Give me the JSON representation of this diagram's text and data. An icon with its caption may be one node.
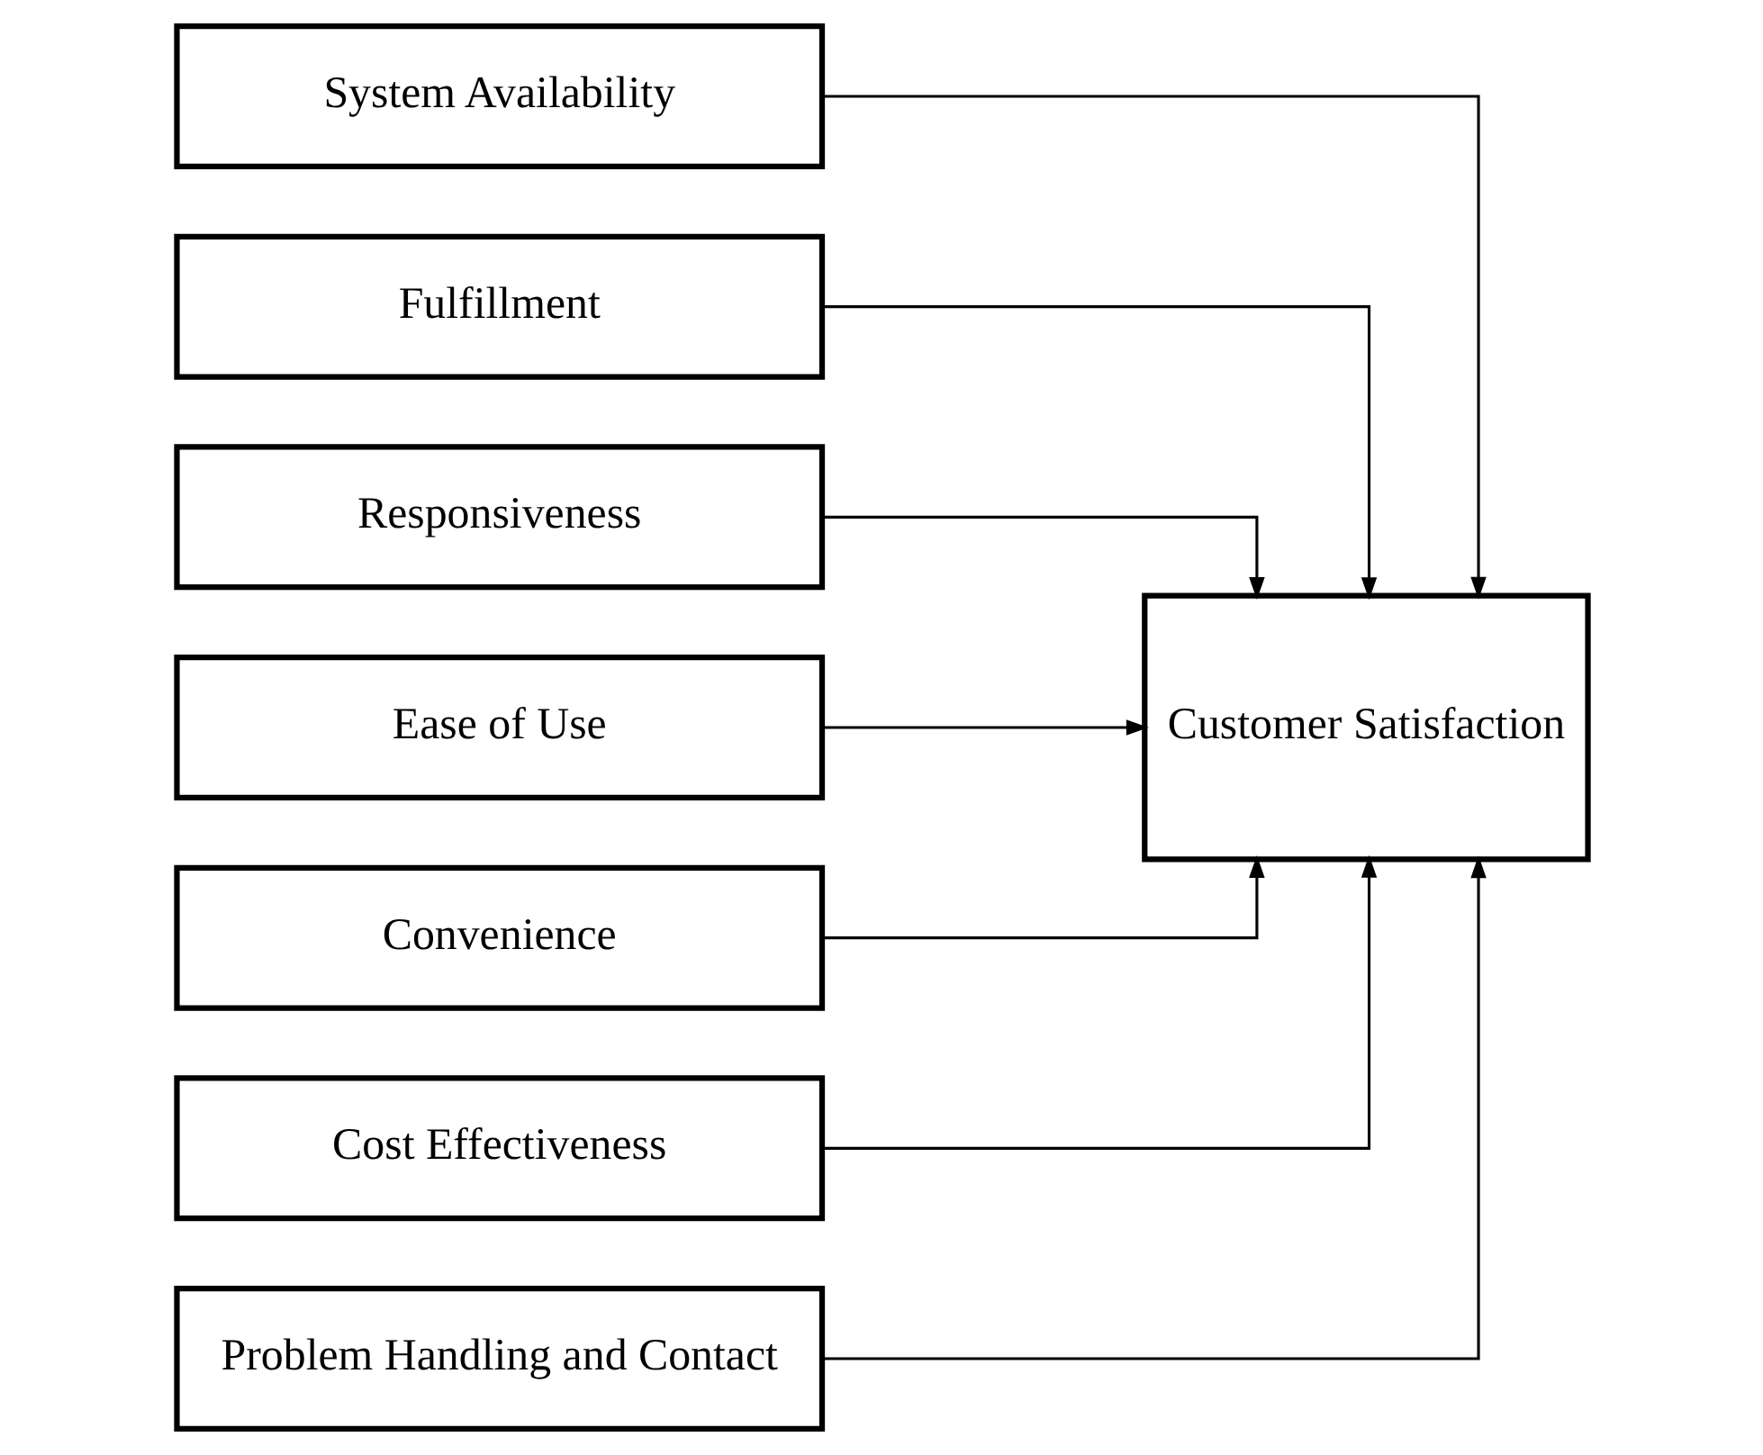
{
  "diagram": {
    "nodes": [
      {
        "text": [
          "System Availability"
        ]
      },
      {
        "text": [
          "Fulfillment"
        ]
      },
      {
        "text": [
          "Responsiveness"
        ]
      },
      {
        "text": [
          "Ease of Use"
        ]
      },
      {
        "text": [
          "Convenience"
        ]
      },
      {
        "text": [
          "Cost Effectiveness"
        ]
      },
      {
        "text": [
          "Problem Handling and Contact"
        ]
      },
      {
        "text": [
          "Customer Satisfaction"
        ]
      }
    ],
    "edges": [
      {
        "from": 0,
        "to": 7,
        "arrow": "to"
      },
      {
        "from": 1,
        "to": 7,
        "arrow": "to"
      },
      {
        "from": 2,
        "to": 7,
        "arrow": "to"
      },
      {
        "from": 3,
        "to": 7,
        "arrow": "to"
      },
      {
        "from": 4,
        "to": 7,
        "arrow": "to"
      },
      {
        "from": 5,
        "to": 7,
        "arrow": "to"
      },
      {
        "from": 6,
        "to": 7,
        "arrow": "to"
      }
    ]
  }
}
